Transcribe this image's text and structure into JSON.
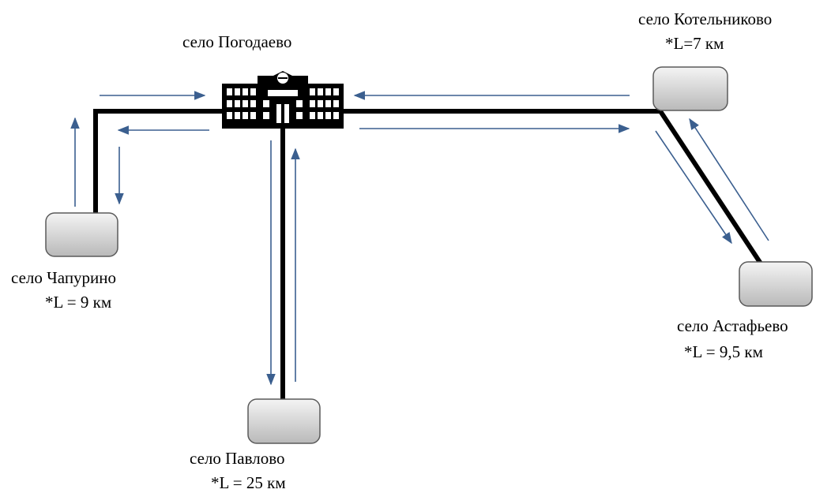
{
  "hub": {
    "name": "село Погодаево",
    "icon": "school-building-icon"
  },
  "villages": [
    {
      "id": "kotelnikovo",
      "name": "село Котельниково",
      "distance": "*L=7 км"
    },
    {
      "id": "chapurino",
      "name": "село Чапурино",
      "distance": "*L = 9 км"
    },
    {
      "id": "pavlovo",
      "name": "село Павлово",
      "distance": "*L = 25 км"
    },
    {
      "id": "astafevo",
      "name": "село Астафьево",
      "distance": "*L = 9,5 км"
    }
  ],
  "colors": {
    "road": "#000000",
    "arrow": "#3b5f8f",
    "box_top": "#f4f4f4",
    "box_bottom": "#b9b9b9",
    "box_border": "#5a5a5a"
  }
}
